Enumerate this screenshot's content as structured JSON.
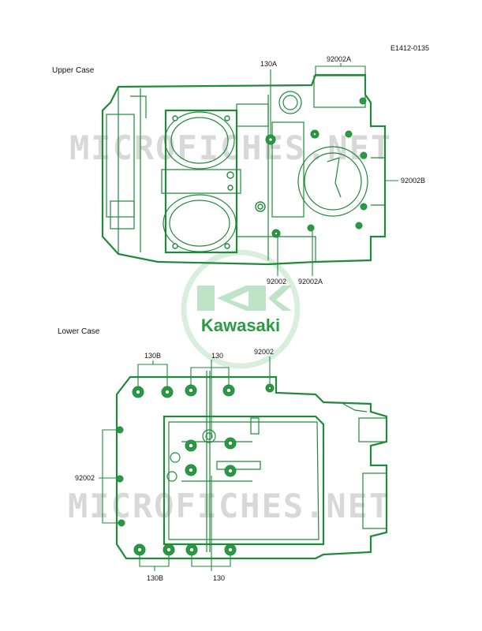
{
  "code": "E1412-0135",
  "sections": {
    "upper": "Upper Case",
    "lower": "Lower Case"
  },
  "logo": {
    "text": "Kawasaki",
    "color": "#2b9a45"
  },
  "watermark": "MICROFICHES.NET",
  "callouts": {
    "upper_130a": "130A",
    "upper_92002a_top": "92002A",
    "upper_92002b": "92002B",
    "upper_92002_bottom": "92002",
    "upper_92002a_bottom": "92002A",
    "lower_130b_top": "130B",
    "lower_130_top": "130",
    "lower_92002_top": "92002",
    "lower_92002_left": "92002",
    "lower_130b_bottom": "130B",
    "lower_130_bottom": "130"
  },
  "colors": {
    "line": "#1f8a3a",
    "highlight": "#2b9a45",
    "text": "#111111"
  }
}
